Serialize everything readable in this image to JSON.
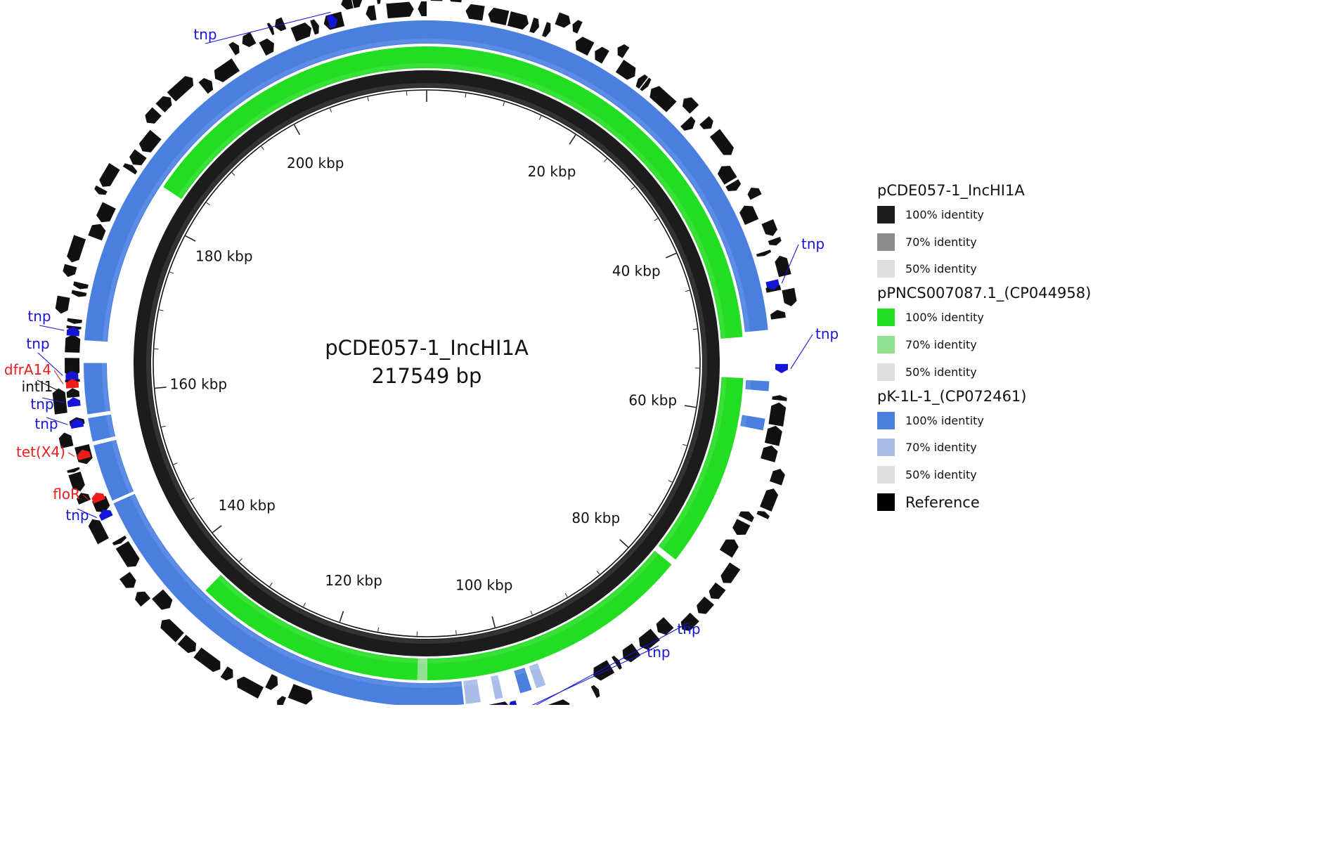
{
  "center": {
    "name": "pCDE057-1_IncHI1A",
    "length": "217549 bp"
  },
  "genome_length_bp": 217549,
  "kbp_labels": [
    "20 kbp",
    "40 kbp",
    "60 kbp",
    "80 kbp",
    "100 kbp",
    "120 kbp",
    "140 kbp",
    "160 kbp",
    "180 kbp",
    "200 kbp"
  ],
  "rings": [
    {
      "name": "pCDE057-1_IncHI1A",
      "colors": {
        "100": "#1c1c1c",
        "70": "#8c8c8c",
        "50": "#dedede"
      },
      "identity_labels": [
        "100% identity",
        "70% identity",
        "50% identity"
      ],
      "segments": [
        {
          "start": 0,
          "end": 217549,
          "identity": 100
        }
      ]
    },
    {
      "name": "pPNCS007087.1_(CP044958)",
      "colors": {
        "100": "#22dd22",
        "70": "#90e090",
        "50": "#dedede"
      },
      "identity_labels": [
        "100% identity",
        "70% identity",
        "50% identity"
      ],
      "segments": [
        {
          "start": 0,
          "end": 51500,
          "identity": 100
        },
        {
          "start": 56000,
          "end": 77500,
          "identity": 100
        },
        {
          "start": 78200,
          "end": 108700,
          "identity": 100
        },
        {
          "start": 108700,
          "end": 109800,
          "identity": 70
        },
        {
          "start": 109800,
          "end": 135500,
          "identity": 100
        },
        {
          "start": 183600,
          "end": 217549,
          "identity": 100
        }
      ]
    },
    {
      "name": "pK-1L-1_(CP072461)",
      "colors": {
        "100": "#4a7fe0",
        "70": "#a8bde8",
        "50": "#dedede"
      },
      "identity_labels": [
        "100% identity",
        "70% identity",
        "50% identity"
      ],
      "segments": [
        {
          "start": 0,
          "end": 51000,
          "identity": 100
        },
        {
          "start": 56200,
          "end": 57200,
          "identity": 100
        },
        {
          "start": 60000,
          "end": 61200,
          "identity": 100
        },
        {
          "start": 96500,
          "end": 97500,
          "identity": 70
        },
        {
          "start": 98000,
          "end": 99200,
          "identity": 100
        },
        {
          "start": 101000,
          "end": 101800,
          "identity": 70
        },
        {
          "start": 103300,
          "end": 104800,
          "identity": 70
        },
        {
          "start": 105000,
          "end": 148600,
          "identity": 100
        },
        {
          "start": 148900,
          "end": 154800,
          "identity": 100
        },
        {
          "start": 155200,
          "end": 157600,
          "identity": 100
        },
        {
          "start": 158000,
          "end": 163200,
          "identity": 100
        },
        {
          "start": 165500,
          "end": 217549,
          "identity": 100
        }
      ]
    }
  ],
  "annotations": [
    {
      "label": "tnp",
      "pos": 208300,
      "color": "#1515d8"
    },
    {
      "label": "tnp",
      "pos": 46700,
      "color": "#1515d8"
    },
    {
      "label": "tnp",
      "pos": 54900,
      "color": "#1515d8"
    },
    {
      "label": "tnp",
      "pos": 100300,
      "color": "#1515d8"
    },
    {
      "label": "tnp",
      "pos": 101600,
      "color": "#1515d8"
    },
    {
      "label": "tnp",
      "pos": 166300,
      "color": "#1515d8"
    },
    {
      "label": "tnp",
      "pos": 162000,
      "color": "#1515d8"
    },
    {
      "label": "dfrA14",
      "pos": 161200,
      "color": "#ee1c1c"
    },
    {
      "label": "intI1",
      "pos": 160300,
      "color": "#111111"
    },
    {
      "label": "tnp",
      "pos": 159400,
      "color": "#1515d8"
    },
    {
      "label": "tnp",
      "pos": 157300,
      "color": "#1515d8"
    },
    {
      "label": "tet(X4)",
      "pos": 154200,
      "color": "#ee1c1c"
    },
    {
      "label": "floR",
      "pos": 149800,
      "color": "#ee1c1c"
    },
    {
      "label": "tnp",
      "pos": 148000,
      "color": "#1515d8"
    }
  ],
  "legend": {
    "reference_label": "Reference",
    "reference_color": "#000000"
  }
}
